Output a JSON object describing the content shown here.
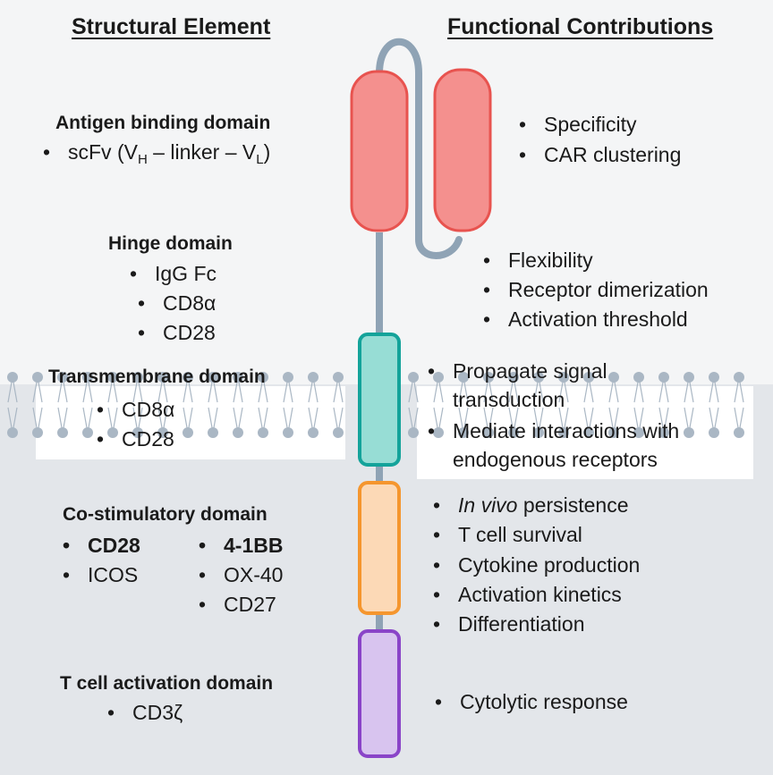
{
  "headers": {
    "left": "Structural Element",
    "right": "Functional Contributions"
  },
  "domains": {
    "antigen": {
      "title": "Antigen binding domain",
      "item_pre": "scFv (V",
      "item_sub1": "H",
      "item_mid": " – linker – V",
      "item_sub2": "L",
      "item_post": ")",
      "functions": [
        "Specificity",
        "CAR clustering"
      ]
    },
    "hinge": {
      "title": "Hinge domain",
      "items": [
        "IgG Fc",
        "CD8α",
        "CD28"
      ],
      "functions": [
        "Flexibility",
        "Receptor dimerization",
        "Activation threshold"
      ]
    },
    "transmembrane": {
      "title": "Transmembrane domain",
      "items": [
        "CD8α",
        "CD28"
      ],
      "functions": [
        [
          "Propagate signal",
          "transduction"
        ],
        [
          "Mediate interactions with",
          "endogenous receptors"
        ]
      ]
    },
    "costim": {
      "title": "Co-stimulatory domain",
      "col1": [
        "CD28",
        "ICOS"
      ],
      "col2": [
        "4-1BB",
        "OX-40",
        "CD27"
      ],
      "functions_italic": "In vivo",
      "functions_first_rest": " persistence",
      "functions": [
        "T cell survival",
        "Cytokine production",
        "Activation kinetics",
        "Differentiation"
      ]
    },
    "activation": {
      "title": "T cell activation domain",
      "items": [
        "CD3ζ"
      ],
      "functions": [
        "Cytolytic response"
      ]
    }
  },
  "colors": {
    "stalk": "#8fa3b5",
    "scfv_fill": "#f4908e",
    "scfv_stroke": "#e8534f",
    "tm_fill": "#97ddd5",
    "tm_stroke": "#14a39a",
    "costim_fill": "#fcd9b6",
    "costim_stroke": "#f5962e",
    "activation_fill": "#d8c4ef",
    "activation_stroke": "#8a44c8",
    "membrane": "#aab7c4"
  }
}
